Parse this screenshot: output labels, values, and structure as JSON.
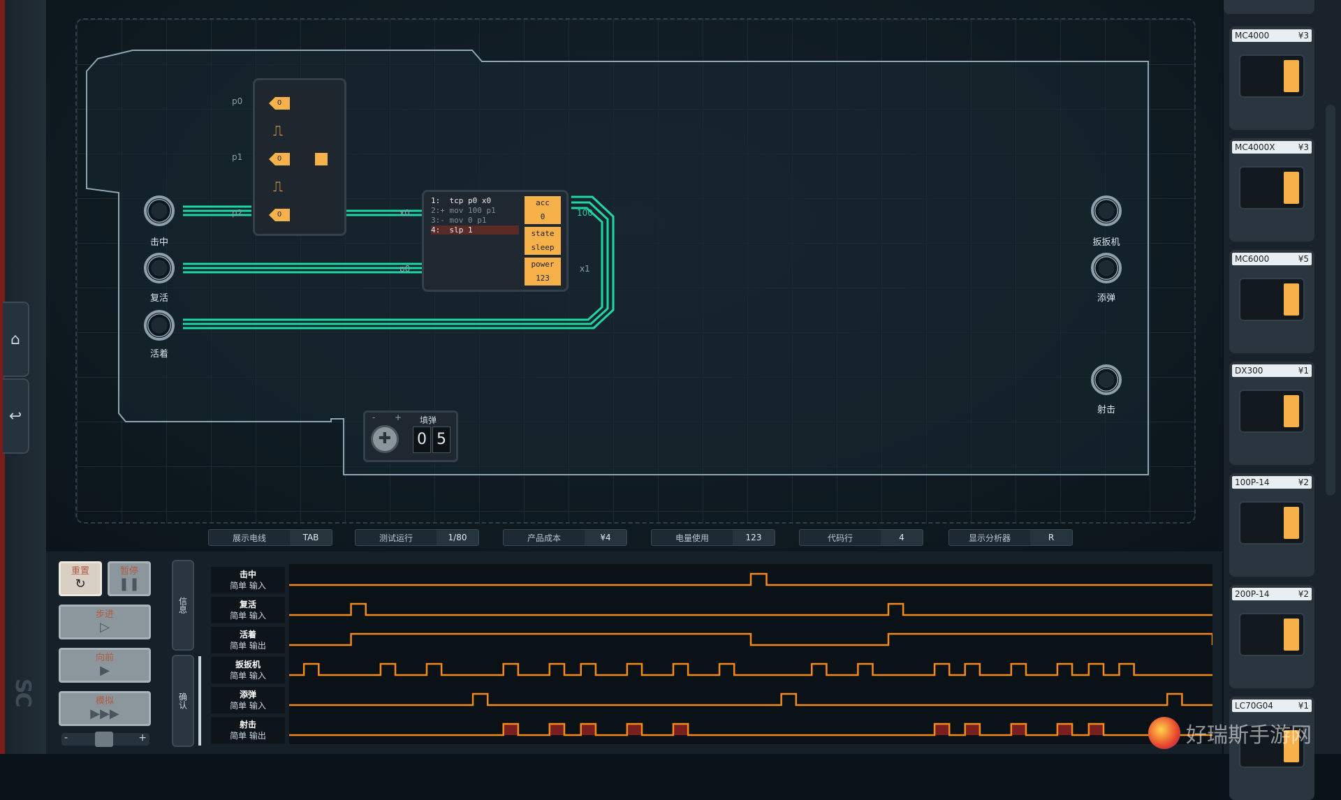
{
  "left_rail": {
    "home_icon": "home-icon",
    "undo_icon": "undo-icon",
    "logo_text": "SC"
  },
  "board": {
    "inputs": [
      {
        "label": "击中"
      },
      {
        "label": "复活"
      },
      {
        "label": "活着"
      }
    ],
    "outputs": [
      {
        "label": "扳扳机"
      },
      {
        "label": "添弹"
      },
      {
        "label": "射击"
      }
    ],
    "dx300": {
      "pins": [
        "p0",
        "p1",
        "p2"
      ],
      "values": [
        "0",
        "0",
        "0"
      ]
    },
    "mc": {
      "pin_left_top": "x0",
      "pin_left_bottom": "p0",
      "pin_right_top": "100",
      "pin_right_bottom": "x1",
      "code": [
        "1:  tcp p0 x0",
        "2:+ mov 100 p1",
        "3:- mov 0 p1",
        "4:  slp 1"
      ],
      "registers": [
        {
          "name": "acc",
          "value": "0"
        },
        {
          "name": "state",
          "value": "sleep"
        },
        {
          "name": "power",
          "value": "123"
        }
      ]
    },
    "ammo": {
      "title": "填弹",
      "digits": [
        "0",
        "5"
      ],
      "minus": "-",
      "plus": "+"
    }
  },
  "status_bar": [
    {
      "label": "展示电线",
      "value": "TAB"
    },
    {
      "label": "测试运行",
      "value": "1/80"
    },
    {
      "label": "产品成本",
      "value": "¥4"
    },
    {
      "label": "电量使用",
      "value": "123"
    },
    {
      "label": "代码行",
      "value": "4"
    },
    {
      "label": "显示分析器",
      "value": "R"
    }
  ],
  "palette": [
    {
      "name": "MC4000",
      "price": "¥3"
    },
    {
      "name": "MC4000X",
      "price": "¥3"
    },
    {
      "name": "MC6000",
      "price": "¥5"
    },
    {
      "name": "DX300",
      "price": "¥1"
    },
    {
      "name": "100P-14",
      "price": "¥2"
    },
    {
      "name": "200P-14",
      "price": "¥2"
    },
    {
      "name": "LC70G04",
      "price": "¥1"
    }
  ],
  "controls": {
    "reset": "重置",
    "pause": "暂停",
    "step": "步进",
    "advance": "向前",
    "simulate": "模拟",
    "minus": "-",
    "plus": "+"
  },
  "timeline": {
    "tabs": [
      "信息",
      "确认"
    ],
    "rows": [
      {
        "name": "击中",
        "type": "简单 输入"
      },
      {
        "name": "复活",
        "type": "简单 输入"
      },
      {
        "name": "活着",
        "type": "简单 输出"
      },
      {
        "name": "扳扳机",
        "type": "简单 输入"
      },
      {
        "name": "添弹",
        "type": "简单 输入"
      },
      {
        "name": "射击",
        "type": "简单 输出"
      }
    ]
  },
  "watermark": "好瑞斯手游网",
  "colors": {
    "accent": "#f28a1e",
    "wire": "#1fd7a2",
    "register": "#f7b14b",
    "error_fill": "#7a1f1f"
  }
}
